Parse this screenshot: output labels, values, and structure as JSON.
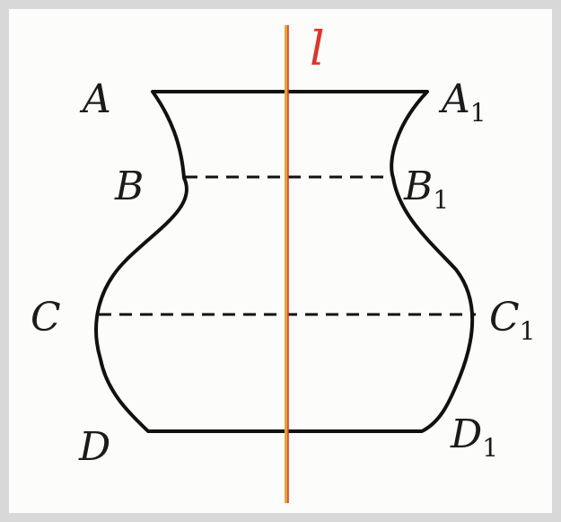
{
  "diagram": {
    "axis": {
      "label": "l",
      "color": "#d9362d",
      "line_color": "#e0a53a"
    },
    "outline_color": "#111111",
    "points": [
      {
        "id": "A",
        "main": "A",
        "sub": ""
      },
      {
        "id": "A1",
        "main": "A",
        "sub": "1"
      },
      {
        "id": "B",
        "main": "B",
        "sub": ""
      },
      {
        "id": "B1",
        "main": "B",
        "sub": "1"
      },
      {
        "id": "C",
        "main": "C",
        "sub": ""
      },
      {
        "id": "C1",
        "main": "C",
        "sub": "1"
      },
      {
        "id": "D",
        "main": "D",
        "sub": ""
      },
      {
        "id": "D1",
        "main": "D",
        "sub": "1"
      }
    ]
  }
}
